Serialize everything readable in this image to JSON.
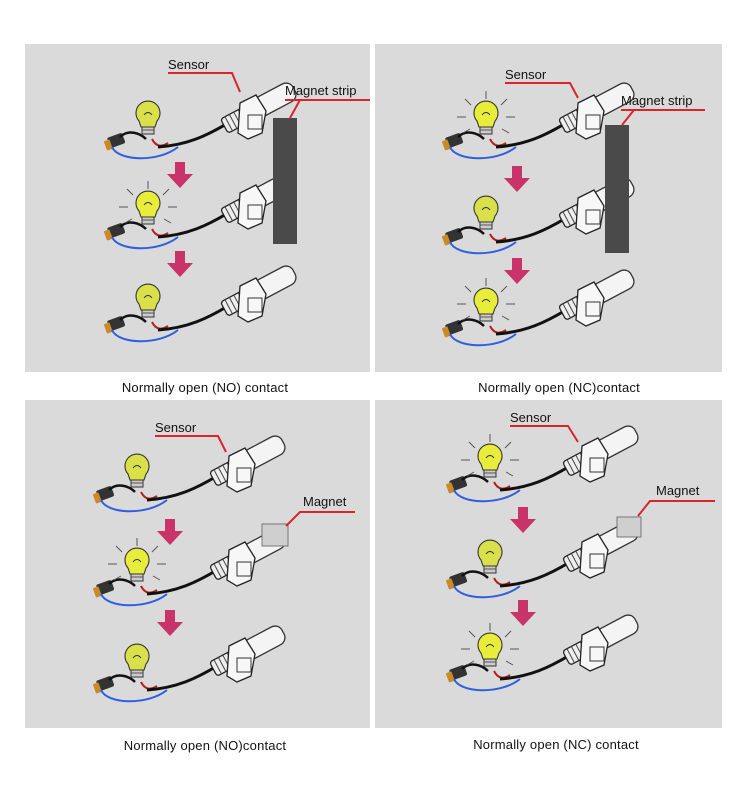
{
  "panels": [
    {
      "sensor_label": "Sensor",
      "magnet_label": "Magnet strip",
      "caption": "Normally open (NO) contact"
    },
    {
      "sensor_label": "Sensor",
      "magnet_label": "Magnet strip",
      "caption": "Normally open (NC)contact"
    },
    {
      "sensor_label": "Sensor",
      "magnet_label": "Magnet",
      "caption": "Normally open (NO)contact"
    },
    {
      "sensor_label": "Sensor",
      "magnet_label": "Magnet",
      "caption": "Normally open (NC) contact"
    }
  ],
  "colors": {
    "panel": "#dadada",
    "arrow": "#c8336a",
    "leader": "#d8252b",
    "bulb_lit": "#e8ec3a",
    "bulb_dim": "#d9e04a",
    "wire_blue": "#2f5fe0",
    "wire_red": "#b32020",
    "magnet_strip": "#4a4a4a",
    "magnet_block": "#cfcfcf"
  },
  "icons": [
    "light-bulb-icon",
    "reed-sensor-icon",
    "down-arrow-icon",
    "magnet-icon"
  ]
}
